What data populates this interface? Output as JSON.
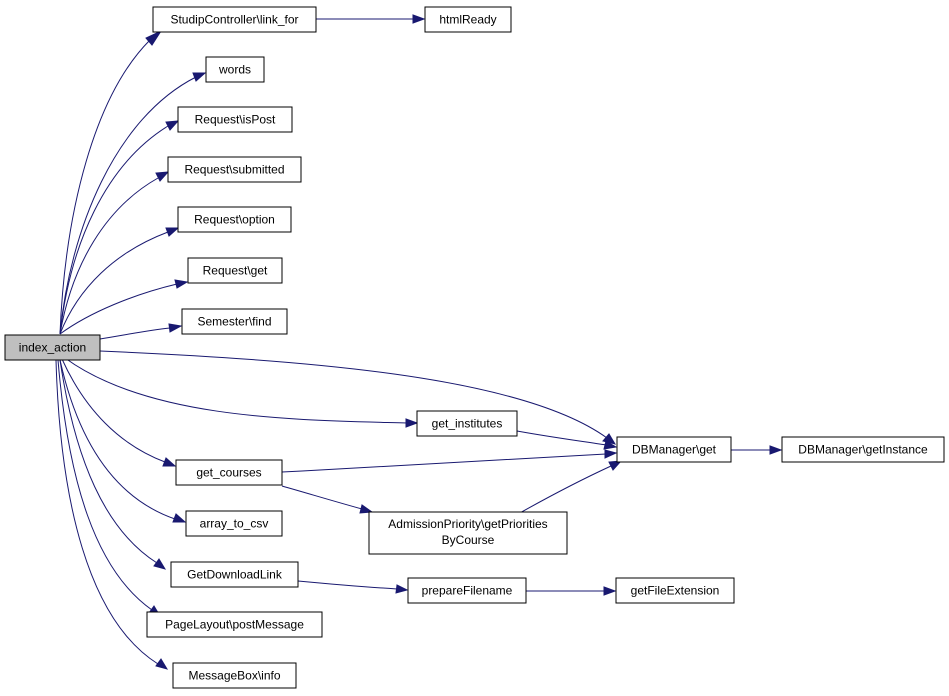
{
  "nodes": {
    "index_action": "index_action",
    "link_for": "StudipController\\link_for",
    "htmlReady": "htmlReady",
    "words": "words",
    "isPost": "Request\\isPost",
    "submitted": "Request\\submitted",
    "option": "Request\\option",
    "req_get": "Request\\get",
    "sem_find": "Semester\\find",
    "get_institutes": "get_institutes",
    "dbm_get": "DBManager\\get",
    "dbm_instance": "DBManager\\getInstance",
    "get_courses": "get_courses",
    "array_to_csv": "array_to_csv",
    "admission_1": "AdmissionPriority\\getPriorities",
    "admission_2": "ByCourse",
    "download_link": "GetDownloadLink",
    "prepare_filename": "prepareFilename",
    "file_extension": "getFileExtension",
    "post_message": "PageLayout\\postMessage",
    "msgbox_info": "MessageBox\\info"
  },
  "colors": {
    "edge": "#191970",
    "root_fill": "#bfbfbf",
    "node_fill": "#ffffff",
    "node_stroke": "#000000"
  }
}
